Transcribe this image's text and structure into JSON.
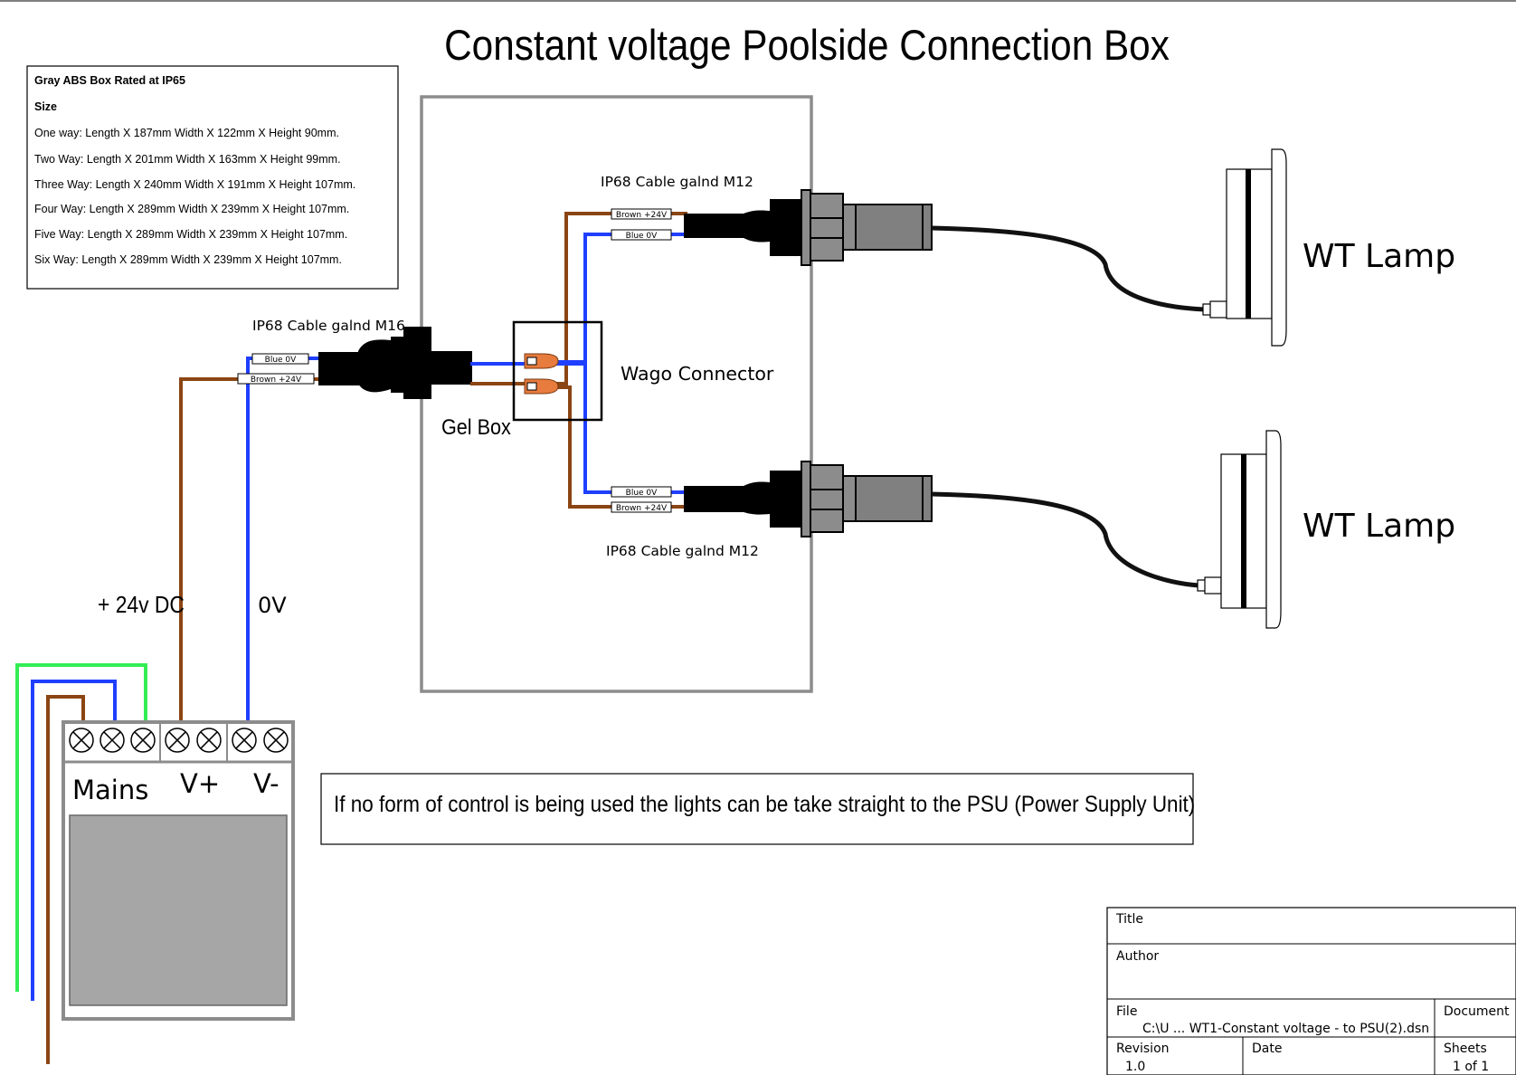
{
  "title": "Constant voltage Poolside Connection Box",
  "spec_box": {
    "heading": "Gray ABS Box Rated at IP65",
    "size_label": "Size",
    "lines": [
      "One way: Length X 187mm Width X 122mm X Height 90mm.",
      "Two Way: Length X 201mm Width X 163mm X Height 99mm.",
      "Three Way: Length X 240mm Width X 191mm X Height 107mm.",
      "Four Way: Length X 289mm Width X 239mm X Height 107mm.",
      "Five Way: Length X 289mm Width X 239mm X Height 107mm.",
      "Six Way: Length X 289mm Width X 239mm X Height 107mm."
    ]
  },
  "labels": {
    "gland_m16": "IP68 Cable galnd M16",
    "gland_m12_top": "IP68 Cable galnd M12",
    "gland_m12_bottom": "IP68 Cable galnd M12",
    "wago": "Wago Connector",
    "gel_box": "Gel Box",
    "lamp_top": "WT Lamp",
    "lamp_bottom": "WT Lamp",
    "positive_dc": "+ 24v DC",
    "zero_v": "0V"
  },
  "wire_tags": {
    "blue": "Blue 0V",
    "brown": "Brown +24V"
  },
  "psu": {
    "mains": "Mains",
    "vplus": "V+",
    "vminus": "V-"
  },
  "note": "If no form of control is being used the lights can be take straight to the PSU (Power Supply Unit)",
  "title_block": {
    "title_label": "Title",
    "author_label": "Author",
    "file_label": "File",
    "file_value": "C:\\U ... WT1-Constant voltage - to PSU(2).dsn",
    "document_label": "Document",
    "revision_label": "Revision",
    "revision_value": "1.0",
    "date_label": "Date",
    "sheets_label": "Sheets",
    "sheets_value": "1 of 1"
  },
  "colors": {
    "brown_wire": "#8B4513",
    "blue_wire": "#1F3FFF",
    "green_wire": "#33EE55",
    "box_grey": "#8C8C8C",
    "psu_fill": "#A6A6A6",
    "wago_orange": "#E87B3E"
  }
}
